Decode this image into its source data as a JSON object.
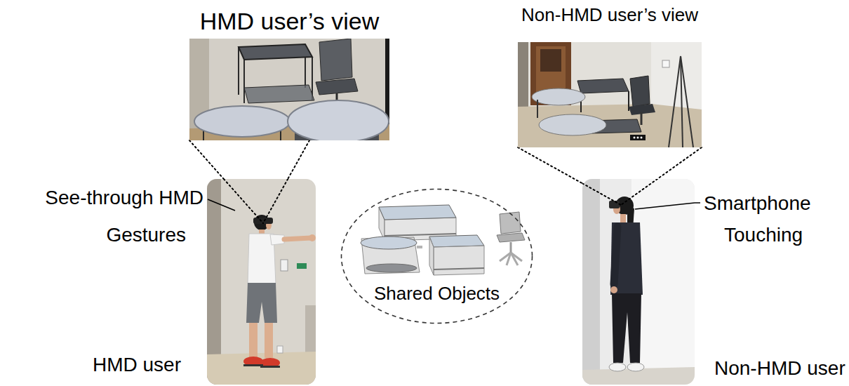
{
  "diagram": {
    "nodes": [
      {
        "text": [
          "HMD user’s view"
        ]
      },
      {
        "text": [
          "Non-HMD user’s view"
        ]
      },
      {
        "text": [
          "HMD user"
        ]
      },
      {
        "text": [
          "Shared Objects"
        ]
      },
      {
        "text": [
          "Non-HMD user"
        ]
      }
    ],
    "edges": [
      {
        "from": 0,
        "to": 2,
        "arrow": "none"
      },
      {
        "from": 1,
        "to": 4,
        "arrow": "none"
      }
    ],
    "labels": [
      "See-through HMD",
      "Gestures",
      "Smartphone",
      "Touching"
    ]
  }
}
